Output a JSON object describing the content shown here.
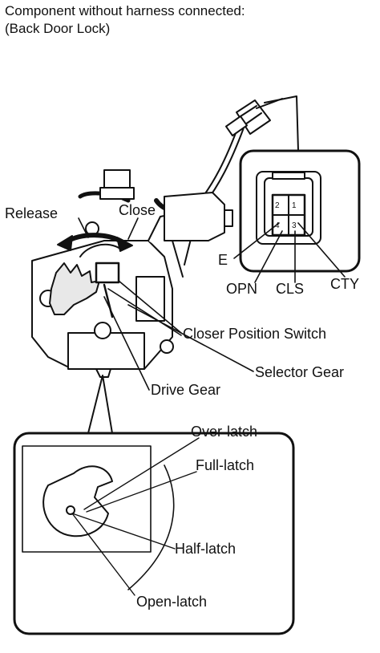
{
  "header": {
    "title_line1": "Component without harness connected:",
    "title_line2": "(Back Door Lock)"
  },
  "labels": {
    "release": "Release",
    "close": "Close",
    "closer_position_switch": "Closer Position Switch",
    "selector_gear": "Selector Gear",
    "drive_gear": "Drive Gear"
  },
  "connector": {
    "pins": [
      "E",
      "OPN",
      "CLS",
      "CTY"
    ],
    "pin_numbers": [
      "2",
      "1",
      "4",
      "3"
    ]
  },
  "detail": {
    "over_latch": "Over-latch",
    "full_latch": "Full-latch",
    "half_latch": "Half-latch",
    "open_latch": "Open-latch"
  },
  "colors": {
    "ink": "#111111",
    "background": "#ffffff",
    "gear_fill": "#e8e8e8"
  }
}
